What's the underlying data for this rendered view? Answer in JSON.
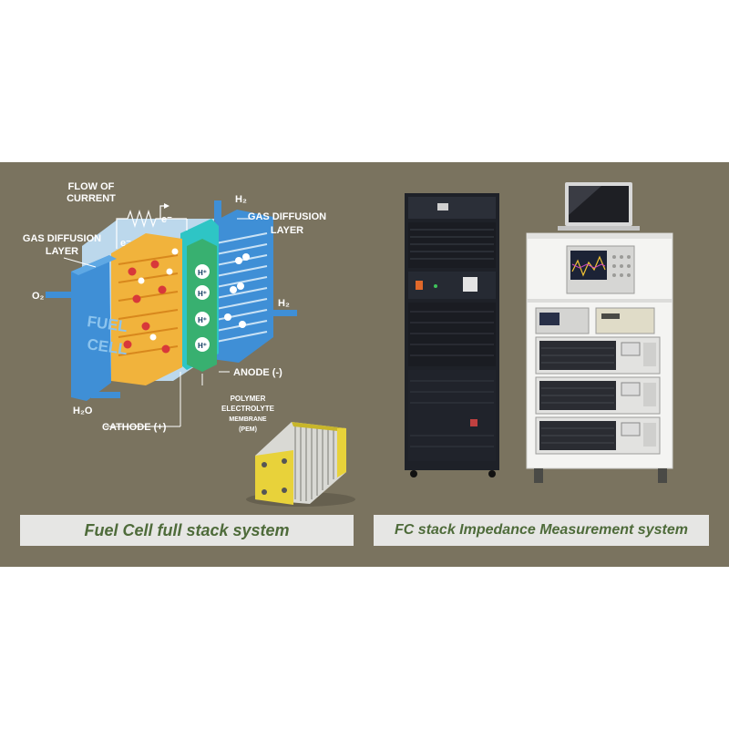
{
  "diagram": {
    "labels": {
      "flow_of_current_1": "FLOW OF",
      "flow_of_current_2": "CURRENT",
      "gas_diffusion_left_1": "GAS DIFFUSION",
      "gas_diffusion_left_2": "LAYER",
      "gas_diffusion_right_1": "GAS DIFFUSION",
      "gas_diffusion_right_2": "LAYER",
      "h2_top": "H₂",
      "h2_right": "H₂",
      "o2": "O₂",
      "h2o": "H₂O",
      "electron": "e⁻",
      "fuel": "FUEL",
      "cell": "CELL",
      "proton": "H⁺",
      "anode": "ANODE (-)",
      "cathode": "CATHODE (+)",
      "pem_1": "POLYMER",
      "pem_2": "ELECTROLYTE",
      "pem_3": "MEMBRANE",
      "pem_4": "(PEM)"
    },
    "colors": {
      "background": "#7a735f",
      "cell_blue": "#3f8fd6",
      "anode_teal": "#2ec5c5",
      "cathode_orange": "#f1b33c",
      "membrane_green": "#38b070",
      "caption_text": "#4e6b3a"
    }
  },
  "captions": {
    "left": "Fuel Cell full stack system",
    "right": "FC stack Impedance Measurement system"
  }
}
